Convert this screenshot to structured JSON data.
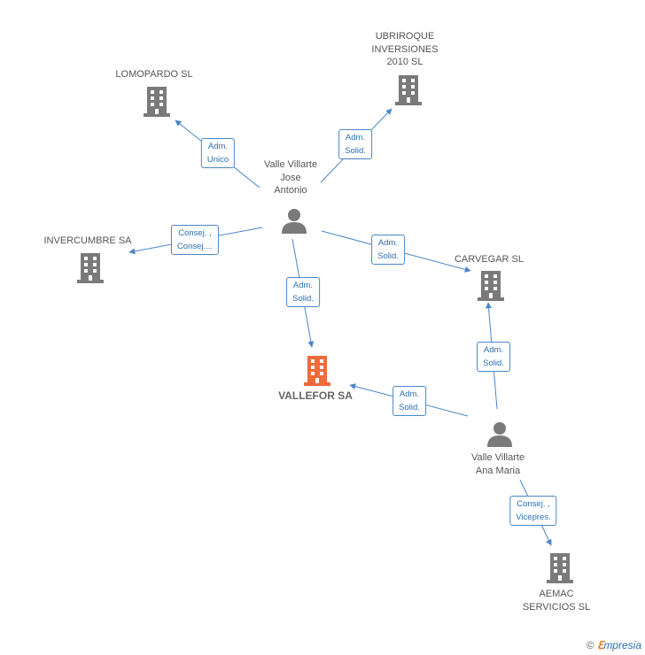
{
  "colors": {
    "edge": "#4a86c8",
    "building": "#7a7a7a",
    "main_building": "#f26a3c",
    "person": "#7a7a7a"
  },
  "nodes": {
    "lomopardo": {
      "label": "LOMOPARDO SL",
      "icon": "building-icon"
    },
    "ubriroque": {
      "label": "UBRIROQUE\nINVERSIONES\n2010 SL",
      "icon": "building-icon"
    },
    "invercumbre": {
      "label": "INVERCUMBRE SA",
      "icon": "building-icon"
    },
    "carvegar": {
      "label": "CARVEGAR SL",
      "icon": "building-icon"
    },
    "vallefor": {
      "label": "VALLEFOR SA",
      "icon": "building-icon"
    },
    "aemac": {
      "label": "AEMAC\nSERVICIOS SL",
      "icon": "building-icon"
    },
    "jose": {
      "label": "Valle Villarte\nJose\nAntonio",
      "icon": "person-icon"
    },
    "ana": {
      "label": "Valle Villarte\nAna Maria",
      "icon": "person-icon"
    }
  },
  "edges": {
    "jose_lomopardo": "Adm.\nUnico",
    "jose_ubriroque": "Adm.\nSolid.",
    "jose_invercumbre": "Consej. ,\nConsej....",
    "jose_carvegar": "Adm.\nSolid.",
    "jose_vallefor": "Adm.\nSolid.",
    "ana_vallefor": "Adm.\nSolid.",
    "ana_carvegar": "Adm.\nSolid.",
    "ana_aemac": "Consej. ,\nVicepres."
  },
  "footer": {
    "copyright": "©",
    "brand_e": "ℇ",
    "brand_rest": "mpresia"
  }
}
